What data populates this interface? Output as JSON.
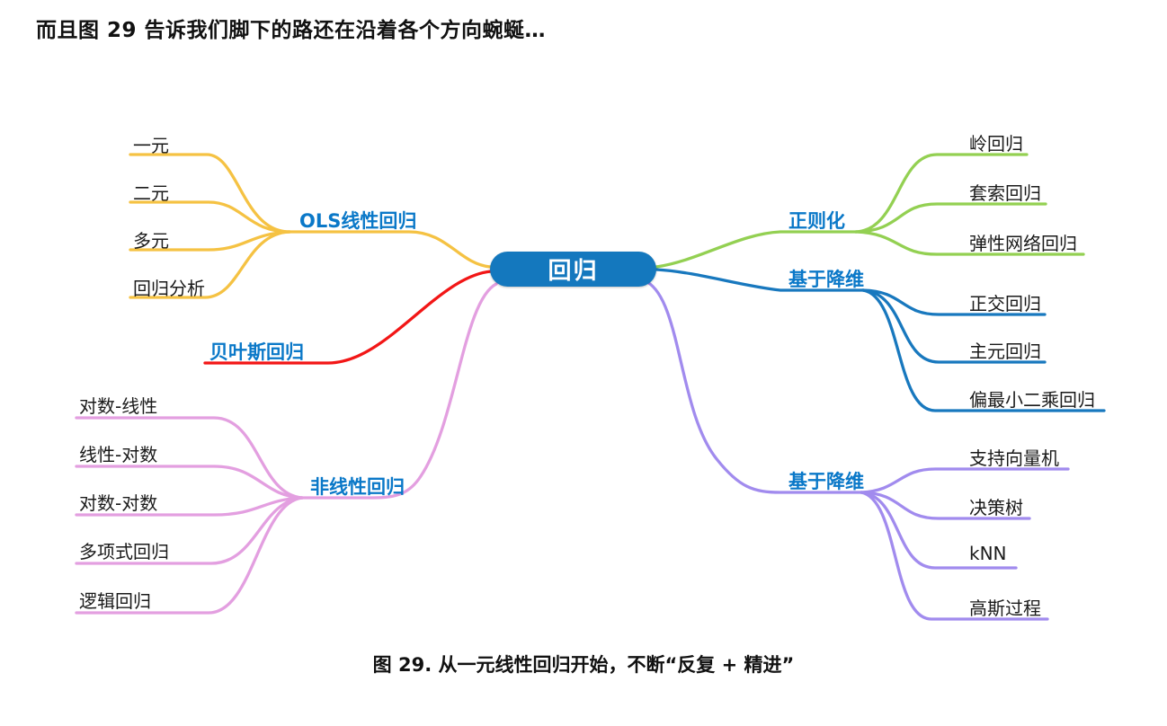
{
  "page": {
    "intro_text": "而且图 29 告诉我们脚下的路还在沿着各个方向蜿蜒…",
    "caption": "图 29. 从一元线性回归开始，不断“反复 + 精进”"
  },
  "colors": {
    "root_fill": "#1478BE",
    "root_text": "#FFFFFF",
    "branch_label_text": "#0A78C8",
    "leaf_text": "#1A1A1A"
  },
  "mindmap": {
    "root": "回归",
    "branches": [
      {
        "label": "OLS线性回归",
        "color": "#F5C243",
        "children": [
          "一元",
          "二元",
          "多元",
          "回归分析"
        ]
      },
      {
        "label": "贝叶斯回归",
        "color": "#F21616",
        "children": []
      },
      {
        "label": "非线性回归",
        "color": "#E39FE0",
        "children": [
          "对数-线性",
          "线性-对数",
          "对数-对数",
          "多项式回归",
          "逻辑回归"
        ]
      },
      {
        "label": "正则化",
        "color": "#93D052",
        "children": [
          "岭回归",
          "套索回归",
          "弹性网络回归"
        ]
      },
      {
        "label": "基于降维",
        "color": "#1878BE",
        "children": [
          "正交回归",
          "主元回归",
          "偏最小二乘回归"
        ]
      },
      {
        "label": "基于降维",
        "color": "#A18BEE",
        "children": [
          "支持向量机",
          "决策树",
          "kNN",
          "高斯过程"
        ]
      }
    ]
  }
}
